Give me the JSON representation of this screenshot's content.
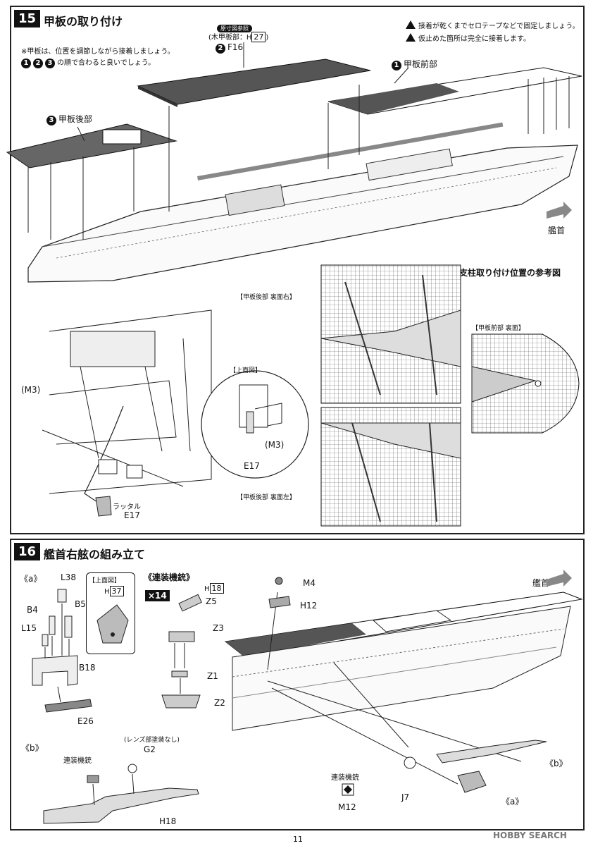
{
  "step15": {
    "number": "15",
    "title": "甲板の取り付け",
    "note_line1": "※甲板は、位置を調節しながら接着しましょう。",
    "note_line2": "の順で合わると良いでしょう。",
    "order_marks": [
      "1",
      "2",
      "3"
    ],
    "warn1": "接着が乾くまでセロテープなどで固定しましょう。",
    "warn2": "仮止めた箇所は完全に接着します。",
    "ref_pill": "原寸図参照",
    "ref_wood": "(木甲板部：H",
    "ref_wood_num": "27",
    "ref_close": ")",
    "part_f16_num": "2",
    "part_f16": "F16",
    "deck_front_num": "1",
    "deck_front": "甲板前部",
    "deck_rear_num": "3",
    "deck_rear": "甲板後部",
    "bow": "艦首",
    "ref_title": "支柱取り付け位置の参考図",
    "rear_right": "【甲板後部 裏面右】",
    "rear_left": "【甲板後部 裏面左】",
    "front_back": "【甲板前部 裏面】",
    "top_view": "【上面図】",
    "m3_left": "(M3)",
    "m3_circle": "(M3)",
    "e17_circle": "E17",
    "ratsuru": "ラッタル",
    "e17": "E17"
  },
  "step16": {
    "number": "16",
    "title": "艦首右舷の組み立て",
    "sub_a": "《a》",
    "sub_b": "《b》",
    "top_view": "【上面図】",
    "h37_prefix": "H",
    "h37_num": "37",
    "twin_mg": "《連装機銃》",
    "x14": "×14",
    "h18_prefix": "H",
    "h18_num": "18",
    "parts_a": [
      "L38",
      "B4",
      "B5",
      "L15",
      "B18",
      "E26"
    ],
    "parts_mg": [
      "Z5",
      "Z3",
      "Z1",
      "Z2"
    ],
    "lens": "(レンズ部塗装なし)",
    "g2": "G2",
    "renso": "連装機銃",
    "h18": "H18",
    "m4": "M4",
    "h12": "H12",
    "bow": "艦首",
    "ship_renso": "連装機銃",
    "j7": "J7",
    "m12": "M12",
    "call_b": "《b》",
    "call_a": "《a》"
  },
  "footer": {
    "page": "11",
    "watermark": "HOBBY SEARCH"
  }
}
